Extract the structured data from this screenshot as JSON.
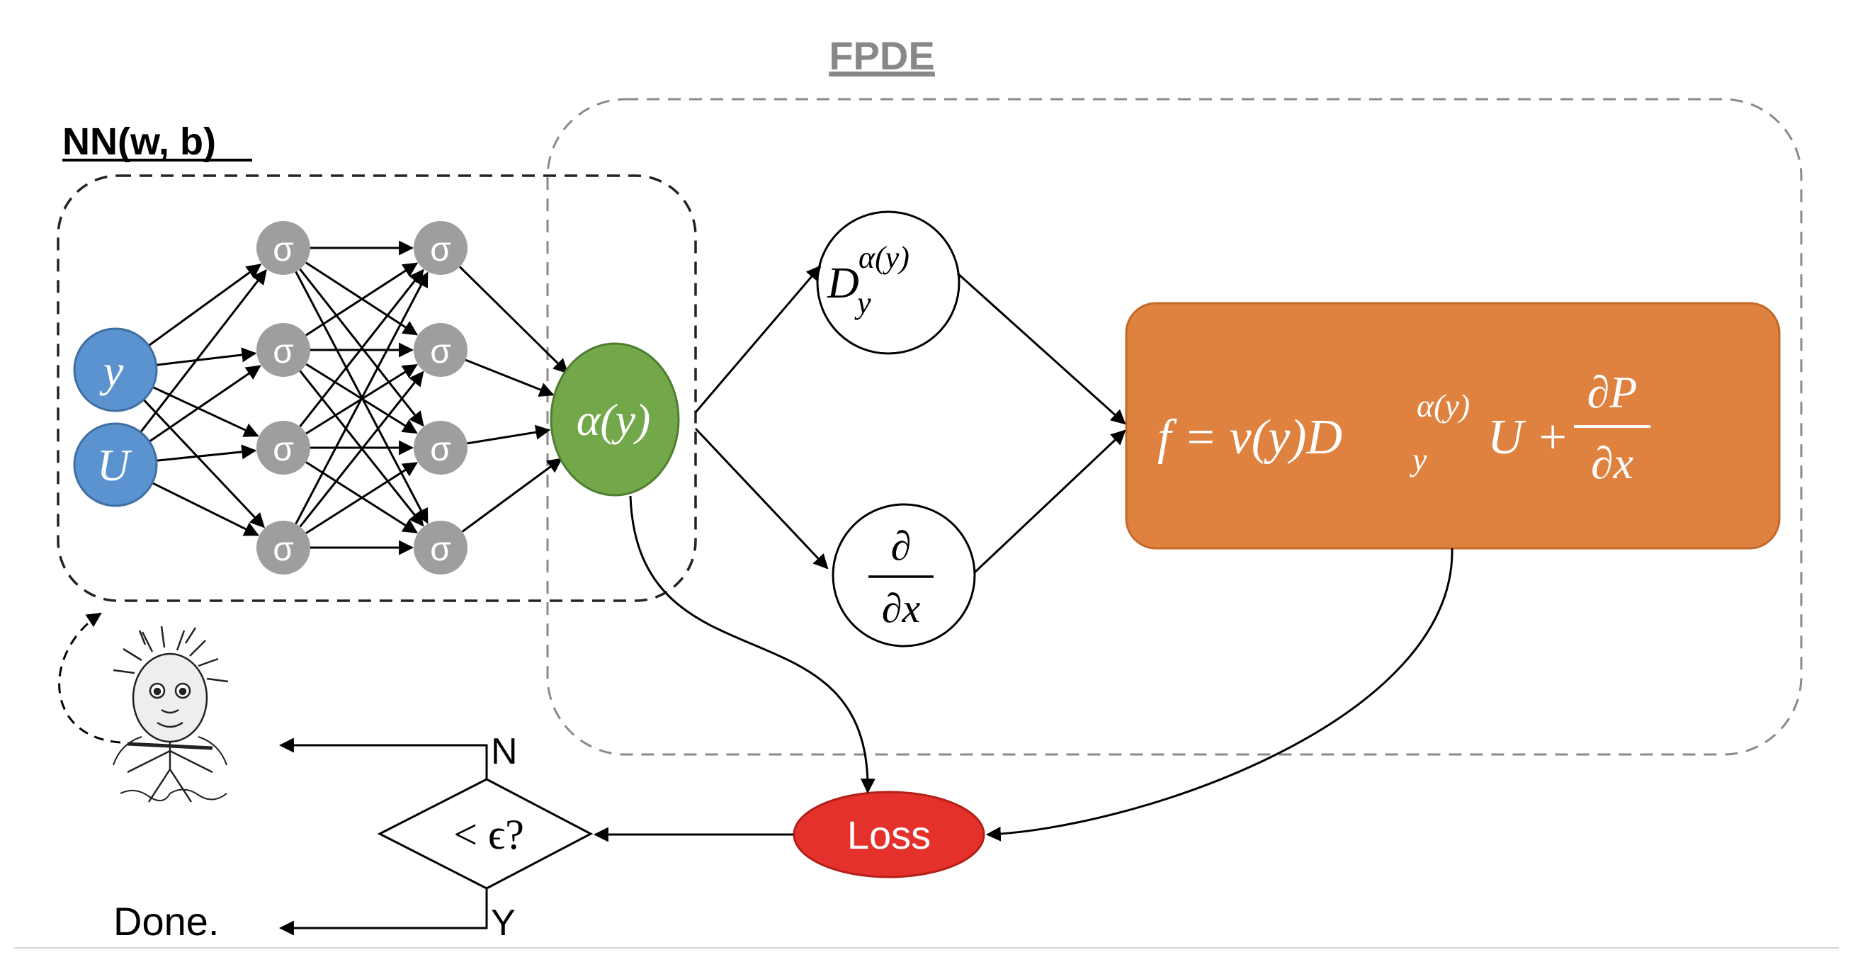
{
  "labels": {
    "fpde": "FPDE",
    "nn": "NN(w, b)",
    "sigma": "σ",
    "input_y": "y",
    "input_u": "U",
    "alpha": "α(y)",
    "deriv_d": "D",
    "deriv_sup": "α(y)",
    "deriv_sub": "y",
    "partial_num": "∂",
    "partial_den": "∂x",
    "eq_prefix": "f = ν(y)D",
    "eq_sup": "α(y)",
    "eq_sub": "y",
    "eq_mid": "U + ",
    "eq_num": "∂P",
    "eq_den": "∂x",
    "loss": "Loss",
    "decision": "< ϵ?",
    "branch_no": "N",
    "branch_yes": "Y",
    "done": "Done."
  },
  "colors": {
    "input": "#5b93d1",
    "input_stroke": "#3f6ea3",
    "hidden": "#9e9e9e",
    "alpha": "#72a84a",
    "alpha_stroke": "#4f7d31",
    "equation_box": "#df8240",
    "equation_stroke": "#c4692a",
    "loss": "#e4312b",
    "loss_stroke": "#b32019",
    "fpde_title": "#888888"
  },
  "icons": {
    "thinker": "scientist-illustration"
  }
}
